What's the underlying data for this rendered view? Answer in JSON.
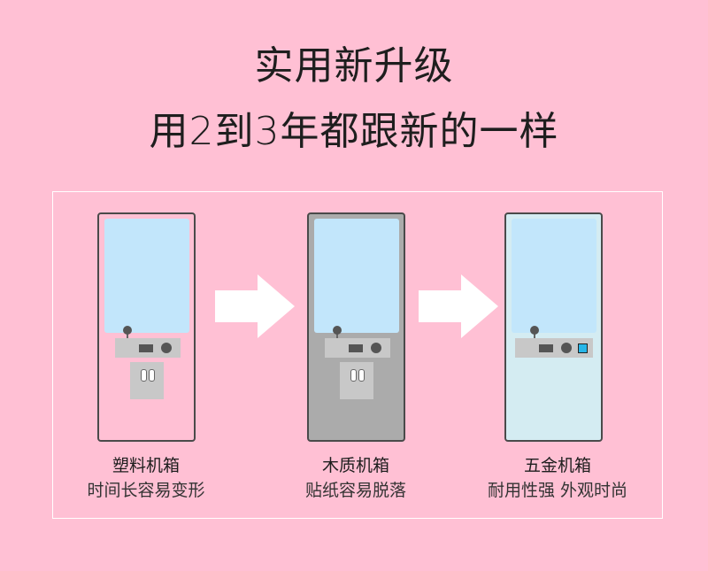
{
  "title": {
    "line1": "实用新升级",
    "line2": "用2到3年都跟新的一样"
  },
  "items": [
    {
      "name": "塑料机箱",
      "desc": "时间长容易变形"
    },
    {
      "name": "木质机箱",
      "desc": "贴纸容易脱落"
    },
    {
      "name": "五金机箱",
      "desc": "耐用性强 外观时尚"
    }
  ],
  "colors": {
    "background": "#ffc0d4",
    "screen": "#c2e6fb",
    "wood_cabinet": "#ababab",
    "metal_cabinet": "#d4ecf2",
    "arrow": "#ffffff"
  }
}
